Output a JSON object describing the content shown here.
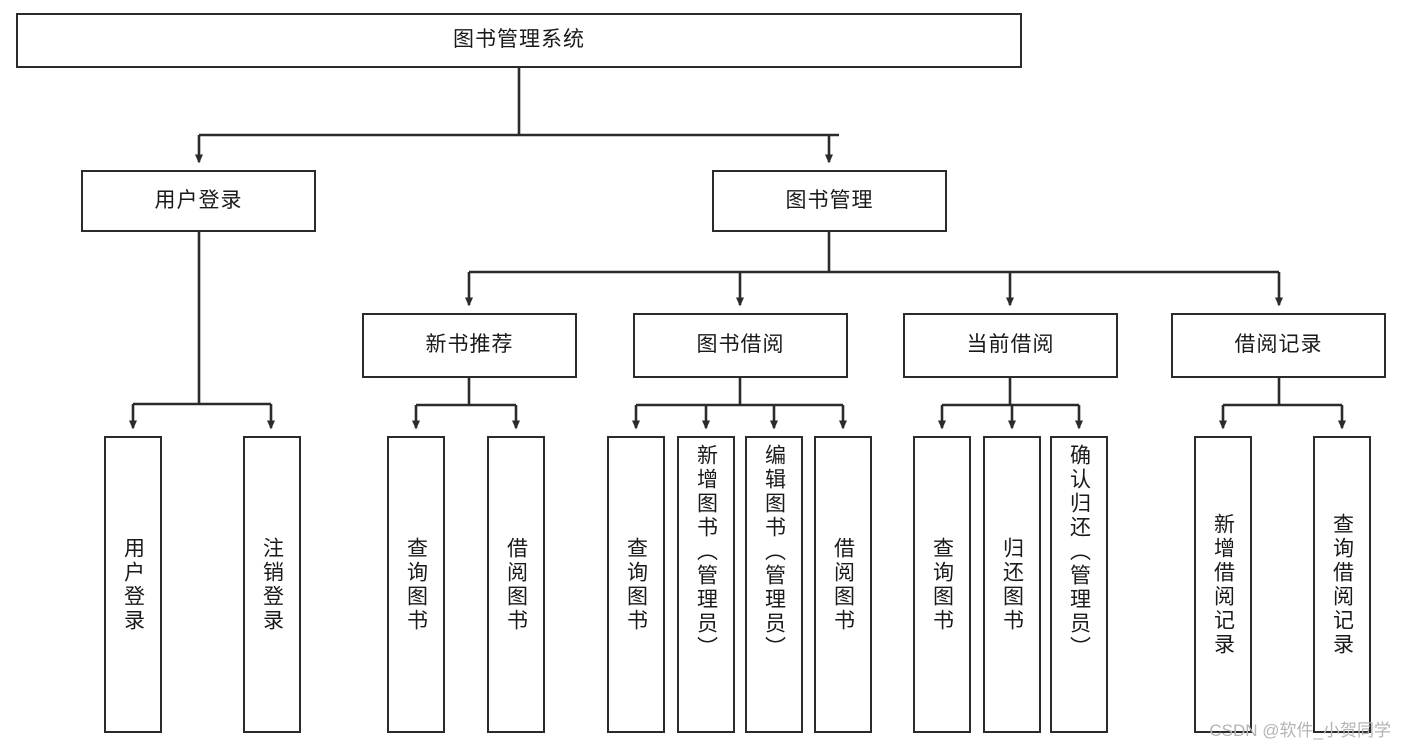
{
  "diagram": {
    "title": "图书管理系统",
    "type": "tree-hierarchy",
    "root": {
      "label": "图书管理系统"
    },
    "level2": [
      {
        "label": "用户登录"
      },
      {
        "label": "图书管理"
      }
    ],
    "level3": [
      {
        "label": "新书推荐"
      },
      {
        "label": "图书借阅"
      },
      {
        "label": "当前借阅"
      },
      {
        "label": "借阅记录"
      }
    ],
    "leaves": {
      "user_login": [
        {
          "label": "用户登录"
        },
        {
          "label": "注销登录"
        }
      ],
      "new_book_recommend": [
        {
          "label": "查询图书"
        },
        {
          "label": "借阅图书"
        }
      ],
      "book_borrow": [
        {
          "label": "查询图书"
        },
        {
          "label": "新增图书（管理员）"
        },
        {
          "label": "编辑图书（管理员）"
        },
        {
          "label": "借阅图书"
        }
      ],
      "current_borrow": [
        {
          "label": "查询图书"
        },
        {
          "label": "归还图书"
        },
        {
          "label": "确认归还（管理员）"
        }
      ],
      "borrow_record": [
        {
          "label": "新增借阅记录"
        },
        {
          "label": "查询借阅记录"
        }
      ]
    }
  },
  "watermark": {
    "text": "CSDN @软件_小贺同学"
  },
  "colors": {
    "stroke": "#2b2b2b",
    "background": "#ffffff",
    "text": "#1a1a1a",
    "watermark": "#b4b4b4"
  }
}
